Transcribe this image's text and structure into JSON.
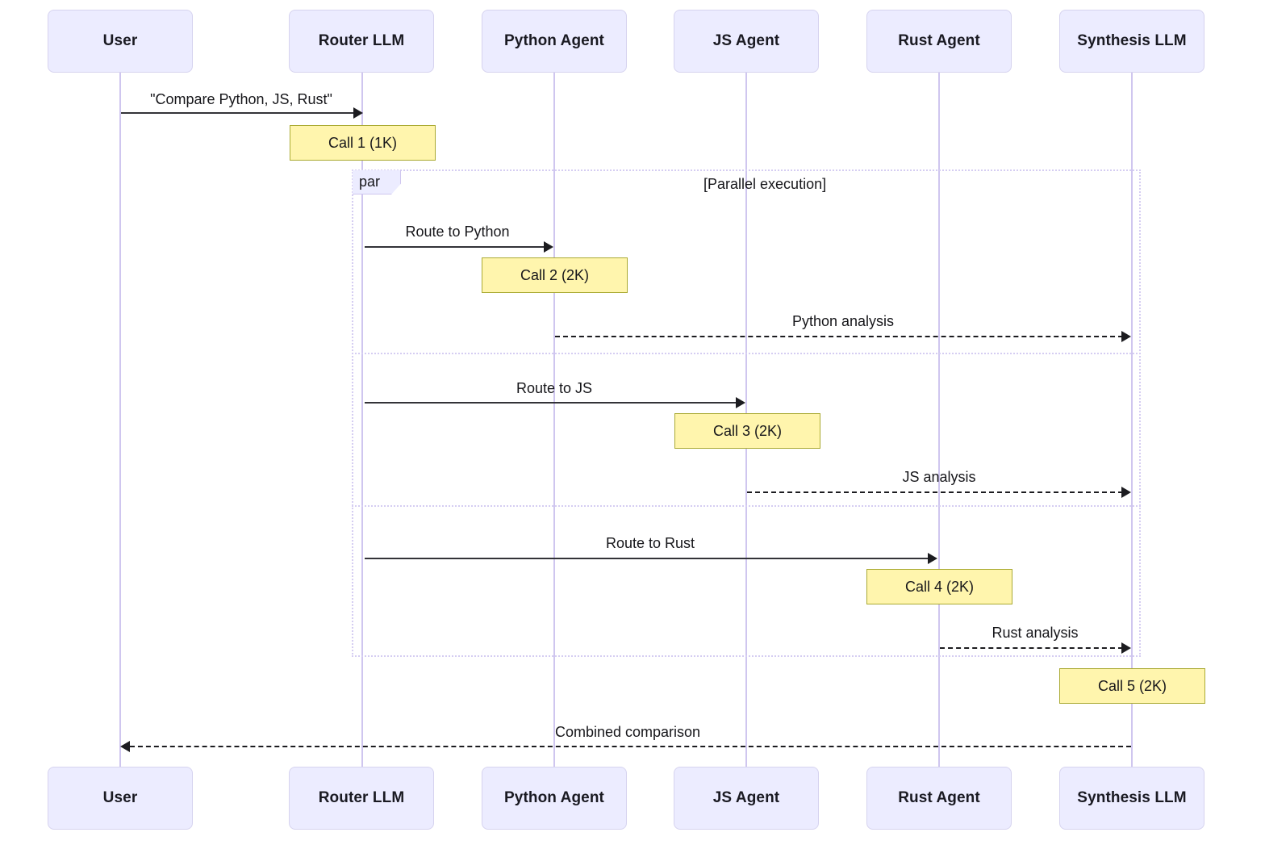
{
  "diagram": {
    "type": "sequence-diagram",
    "colors": {
      "actor_fill": "#ECECFF",
      "actor_border": "#D6D3EF",
      "lifeline": "#CFC6EF",
      "note_fill": "#FFF5AD",
      "note_border": "#AAAA33",
      "arrow": "#1C1C20",
      "fragment_border": "#D5CDF2",
      "background": "#FFFFFF"
    },
    "participants": [
      {
        "id": "user",
        "label": "User"
      },
      {
        "id": "router",
        "label": "Router LLM"
      },
      {
        "id": "python",
        "label": "Python Agent"
      },
      {
        "id": "js",
        "label": "JS Agent"
      },
      {
        "id": "rust",
        "label": "Rust Agent"
      },
      {
        "id": "synthesis",
        "label": "Synthesis LLM"
      }
    ],
    "messages": [
      {
        "id": "m1",
        "from": "user",
        "to": "router",
        "label": "\"Compare Python, JS, Rust\"",
        "style": "solid",
        "direction": "right"
      },
      {
        "id": "m2",
        "from": "router",
        "to": "python",
        "label": "Route to Python",
        "style": "solid",
        "direction": "right"
      },
      {
        "id": "m3",
        "from": "python",
        "to": "synthesis",
        "label": "Python analysis",
        "style": "dashed",
        "direction": "right"
      },
      {
        "id": "m4",
        "from": "router",
        "to": "js",
        "label": "Route to JS",
        "style": "solid",
        "direction": "right"
      },
      {
        "id": "m5",
        "from": "js",
        "to": "synthesis",
        "label": "JS analysis",
        "style": "dashed",
        "direction": "right"
      },
      {
        "id": "m6",
        "from": "router",
        "to": "rust",
        "label": "Route to Rust",
        "style": "solid",
        "direction": "right"
      },
      {
        "id": "m7",
        "from": "rust",
        "to": "synthesis",
        "label": "Rust analysis",
        "style": "dashed",
        "direction": "right"
      },
      {
        "id": "m8",
        "from": "synthesis",
        "to": "user",
        "label": "Combined comparison",
        "style": "dashed",
        "direction": "left"
      }
    ],
    "notes": [
      {
        "id": "n1",
        "over": "router",
        "label": "Call 1 (1K)"
      },
      {
        "id": "n2",
        "over": "python",
        "label": "Call 2 (2K)"
      },
      {
        "id": "n3",
        "over": "js",
        "label": "Call 3 (2K)"
      },
      {
        "id": "n4",
        "over": "rust",
        "label": "Call 4 (2K)"
      },
      {
        "id": "n5",
        "over": "synthesis",
        "label": "Call 5 (2K)"
      }
    ],
    "fragment": {
      "keyword": "par",
      "title": "[Parallel execution]",
      "branches": 3
    }
  }
}
